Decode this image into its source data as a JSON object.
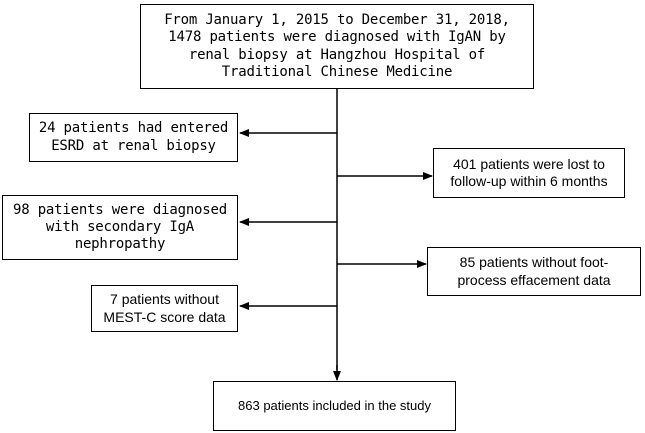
{
  "flowchart": {
    "nodes": {
      "start": "From January 1, 2015 to December 31, 2018,\n1478 patients were diagnosed with IgAN by\nrenal biopsy at Hangzhou Hospital of\nTraditional Chinese Medicine",
      "excluded_esrd": "24 patients had entered\nESRD at renal biopsy",
      "excluded_lost": "401 patients were lost to\nfollow-up within 6 months",
      "excluded_secondary": "98 patients were diagnosed\nwith secondary IgA\nnephropathy",
      "excluded_foot_process": "85 patients  without foot-\nprocess effacement data",
      "excluded_mest": "7 patients without\nMEST-C score data",
      "final": "863 patients included in the study"
    },
    "edges": [
      {
        "from": "start",
        "to": "excluded_esrd"
      },
      {
        "from": "start",
        "to": "excluded_lost"
      },
      {
        "from": "start",
        "to": "excluded_secondary"
      },
      {
        "from": "start",
        "to": "excluded_foot_process"
      },
      {
        "from": "start",
        "to": "excluded_mest"
      },
      {
        "from": "start",
        "to": "final"
      }
    ]
  }
}
